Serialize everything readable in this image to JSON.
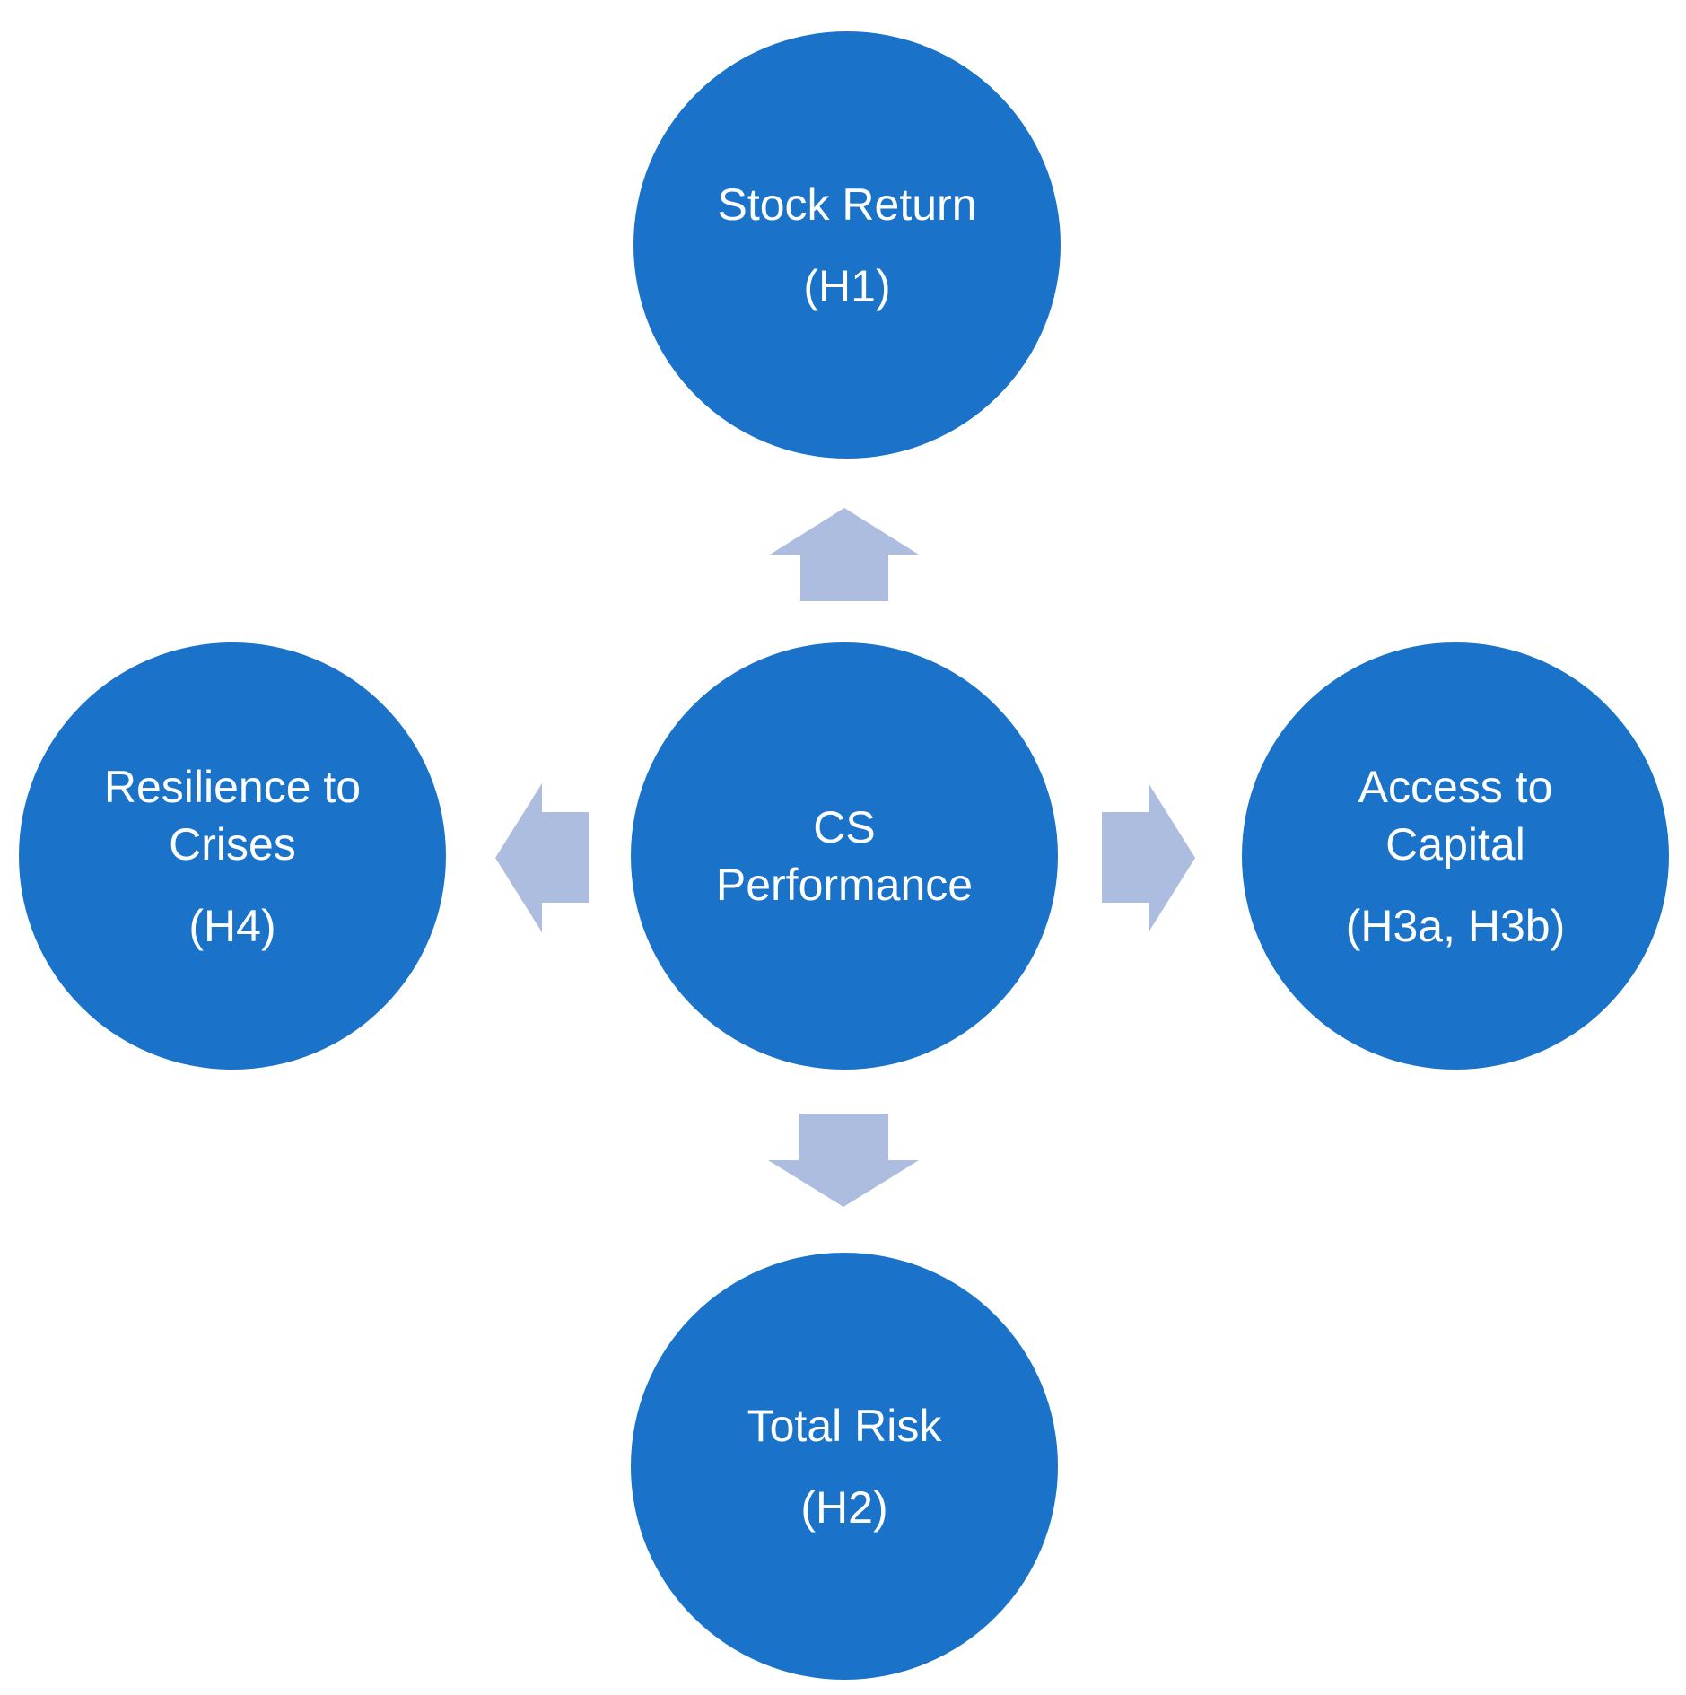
{
  "diagram": {
    "center": {
      "label": "CS\nPerformance"
    },
    "nodes": {
      "top": {
        "label": "Stock Return",
        "code": "(H1)"
      },
      "bottom": {
        "label": "Total Risk",
        "code": "(H2)"
      },
      "right": {
        "label": "Access to\nCapital",
        "code": "(H3a, H3b)"
      },
      "left": {
        "label": "Resilience to\nCrises",
        "code": "(H4)"
      }
    },
    "colors": {
      "node_fill": "#1a73c8",
      "node_text": "#ffffff",
      "arrow_fill": "#adbde0",
      "background": "#ffffff"
    }
  }
}
